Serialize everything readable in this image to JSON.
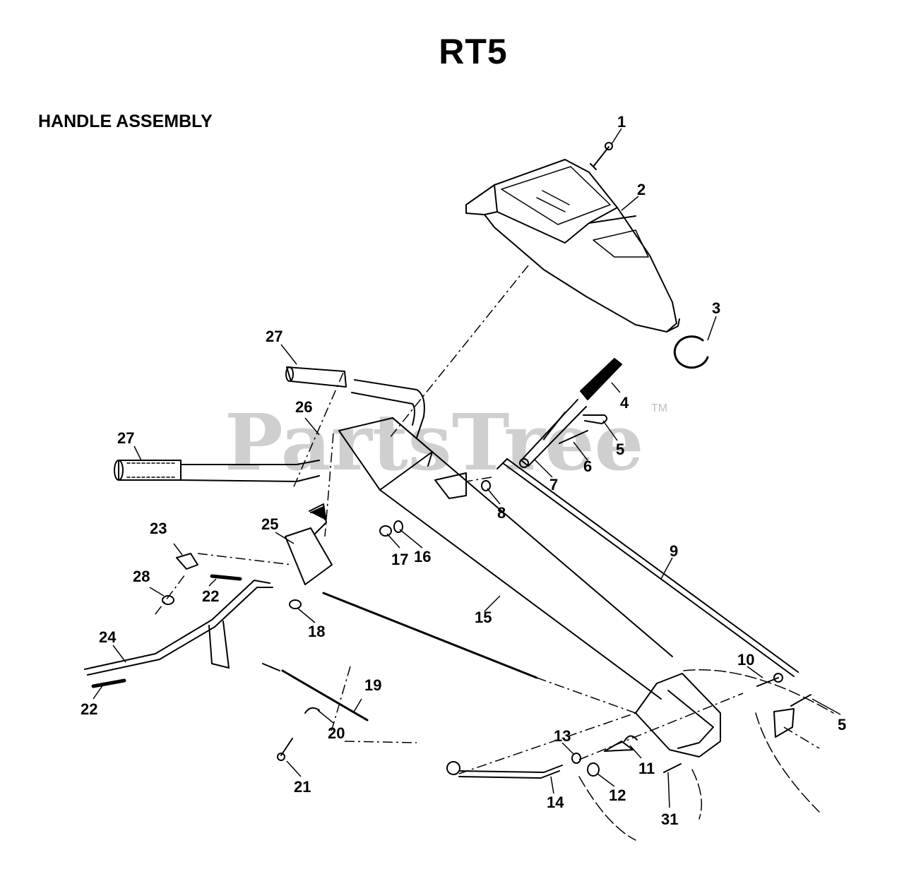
{
  "title": "RT5",
  "subtitle": "HANDLE ASSEMBLY",
  "watermark": {
    "text": "PartsTree",
    "mark": "TM"
  },
  "colors": {
    "line": "#000000",
    "watermark": "#cfcfcf",
    "background": "#ffffff"
  },
  "callouts": [
    "1",
    "2",
    "3",
    "4",
    "5",
    "6",
    "7",
    "8",
    "9",
    "10",
    "11",
    "12",
    "13",
    "14",
    "15",
    "16",
    "17",
    "18",
    "19",
    "20",
    "21",
    "22",
    "23",
    "24",
    "25",
    "26",
    "27",
    "28",
    "31"
  ]
}
